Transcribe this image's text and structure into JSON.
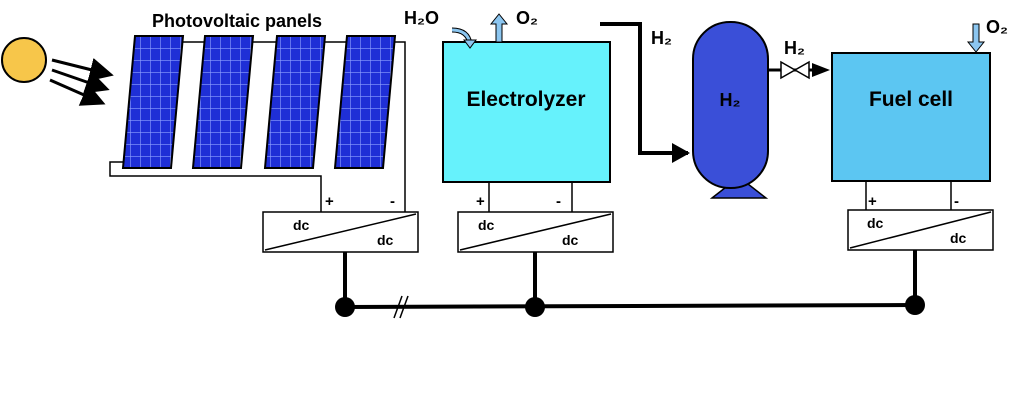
{
  "colors": {
    "sun": "#f7c64a",
    "panel": "#1f2fd6",
    "electrolyzer": "#66f2fc",
    "tank": "#3a4fd8",
    "fuel_cell": "#5cc6f2",
    "arrow_light": "#8cc6f0"
  },
  "labels": {
    "pv_title": "Photovoltaic panels",
    "h2o": "H₂O",
    "o2_out": "O₂",
    "h2_pipe": "H₂",
    "h2_tank": "H₂",
    "h2_valve": "H₂",
    "o2_in": "O₂",
    "electrolyzer": "Electrolyzer",
    "fuel_cell": "Fuel cell"
  },
  "converters": [
    {
      "top": "dc",
      "bottom": "dc",
      "plus": "+",
      "minus": "-"
    },
    {
      "top": "dc",
      "bottom": "dc",
      "plus": "+",
      "minus": "-"
    },
    {
      "top": "dc",
      "bottom": "dc",
      "plus": "+",
      "minus": "-"
    }
  ]
}
